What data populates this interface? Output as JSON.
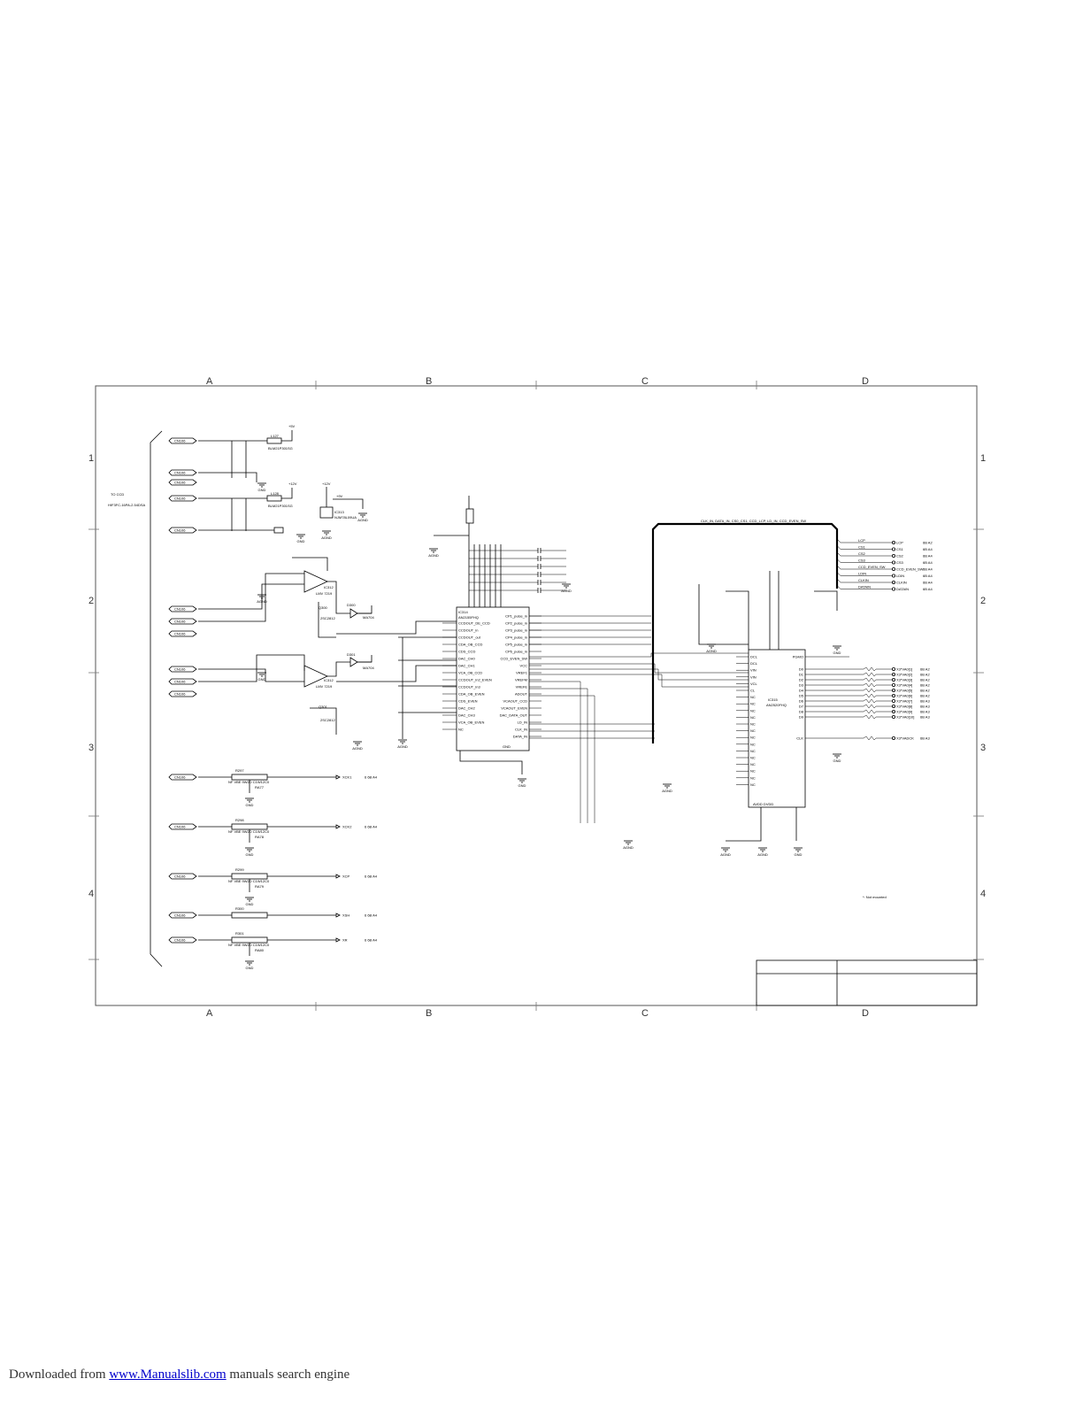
{
  "zones": {
    "cols": [
      "A",
      "B",
      "C",
      "D"
    ],
    "rows": [
      "1",
      "2",
      "3",
      "4"
    ]
  },
  "sheet_note": {
    "connector_ref": "TO CCD",
    "connector_part": "HIF3FC-16PA-2.54DSA"
  },
  "connector": {
    "pin_label": "CN106"
  },
  "filters": [
    {
      "ref": "L127",
      "part": "BLM21P301SG",
      "rail": "+5V"
    },
    {
      "ref": "L128",
      "part": "BLM21P301SG",
      "rail": "+12V"
    }
  ],
  "regulator": {
    "ref": "IC313",
    "part": "NJM78L09UA",
    "rail_in": "+12V",
    "rail_out": "+9V"
  },
  "opamps": [
    {
      "ref": "IC312",
      "part": "LMV 7219",
      "tr": "Q300",
      "tr_part": "2SC2812",
      "diode": "D300",
      "diode_part": "MA704"
    },
    {
      "ref": "IC312",
      "part": "LMV 7219",
      "tr": "Q301",
      "tr_part": "2SC2812",
      "diode": "D301",
      "diode_part": "MA704"
    }
  ],
  "afe": {
    "ref": "IC314",
    "part": "AN2155FHQ",
    "pins_left": [
      "CCDOUT_DE_CCD",
      "CCDOUT_in",
      "CCDOUT_out",
      "CDA_OB_CCD",
      "CDS_CCD",
      "DAC_CH0",
      "DAC_CH1",
      "VCA_OB_CCD",
      "CCDOUT_in2_EVEN",
      "CCDOUT_in3",
      "CDA_OB_EVEN",
      "CDS_EVEN",
      "DAC_CH2",
      "DAC_CH3",
      "VCA_OB_EVEN",
      "NC"
    ],
    "pins_right": [
      "CP1_pulse_in",
      "CP2_pulse_in",
      "CP3_pulse_in",
      "CP4_pulse_in",
      "CP5_pulse_in",
      "CP6_pulse_in",
      "CCD_EVEN_SW",
      "VCC",
      "VREF1",
      "VREFM",
      "VREFE",
      "ADOUT",
      "VCAOUT_CCD",
      "VCAOUT_EVEN",
      "DAC_DATA_OUT",
      "LD_IN",
      "CLK_IN",
      "DATA_IN"
    ],
    "bottom_label": "GND"
  },
  "adc": {
    "ref": "IC315",
    "part": "AN2520FHQ",
    "pins_left": [
      "DCL",
      "DCL",
      "VIN",
      "VIN",
      "VCL",
      "CL",
      "NC",
      "NC",
      "NC",
      "NC",
      "NC",
      "NC",
      "NC",
      "NC",
      "NC",
      "NC",
      "NC",
      "NC",
      "NC",
      "NC"
    ],
    "pins_right": [
      "PGMO",
      "D0",
      "D1",
      "D2",
      "D3",
      "D4",
      "D5",
      "D6",
      "D7",
      "D8",
      "D9",
      "CLK"
    ],
    "bottom_label": "AVDD  DVDD"
  },
  "bus": {
    "label": "CLK_IN, DATA_IN, CS0_CS1, CCD_LCP, LD_IN, CCD_EVEN_SW"
  },
  "right_signals": [
    "LCP",
    "CS1",
    "CS2",
    "CS3",
    "CCD_EVEN_SW",
    "LDIN",
    "CLKIN",
    "DATAIN"
  ],
  "right_refs": [
    "6B A2",
    "6B A4",
    "6B A4",
    "6B A4",
    "6B A4",
    "6B A4",
    "6B A4",
    "6B A4"
  ],
  "data_outputs": [
    "X3*VA0[1]",
    "X3*VA0[2]",
    "X3*VA0[3]",
    "X3*VA0[4]",
    "X3*VA0[5]",
    "X3*VA0[6]",
    "X3*VA0[7]",
    "X3*VA0[8]",
    "X3*VA0[9]",
    "X3*VA0[10]",
    "X3*VADCK"
  ],
  "data_refs": [
    "6B A2",
    "6B A2",
    "6B A2",
    "6B A2",
    "6B A2",
    "6B A2",
    "6B A3",
    "6B A3",
    "6B A3",
    "6B A3",
    "6B A3"
  ],
  "resistor_networks": [
    {
      "ref": "R297",
      "part": "NF VBE 9W2D C1W12C0",
      "net": "RA77",
      "out": "XCK1",
      "sheet": "6 6B A4"
    },
    {
      "ref": "R298",
      "part": "NF VBE 9W2D C1W12C0",
      "net": "RA78",
      "out": "XCK2",
      "sheet": "6 6B A4"
    },
    {
      "ref": "R299",
      "part": "NF VBE 9W2D C1W12C0",
      "net": "RA79",
      "out": "XCP",
      "sheet": "6 6B A4"
    },
    {
      "ref": "R300",
      "part": "",
      "net": "",
      "out": "XSH",
      "sheet": "6 6B A4"
    },
    {
      "ref": "R301",
      "part": "NF VBE 9W2D C1W12C0",
      "net": "RA80",
      "out": "XR",
      "sheet": "6 6B A4"
    }
  ],
  "note": "*: Not mounted",
  "grounds": {
    "gnd": "GND",
    "agnd": "AGND"
  },
  "footer": {
    "prefix": "Downloaded from ",
    "link": "www.Manualslib.com",
    "suffix": " manuals search engine"
  }
}
